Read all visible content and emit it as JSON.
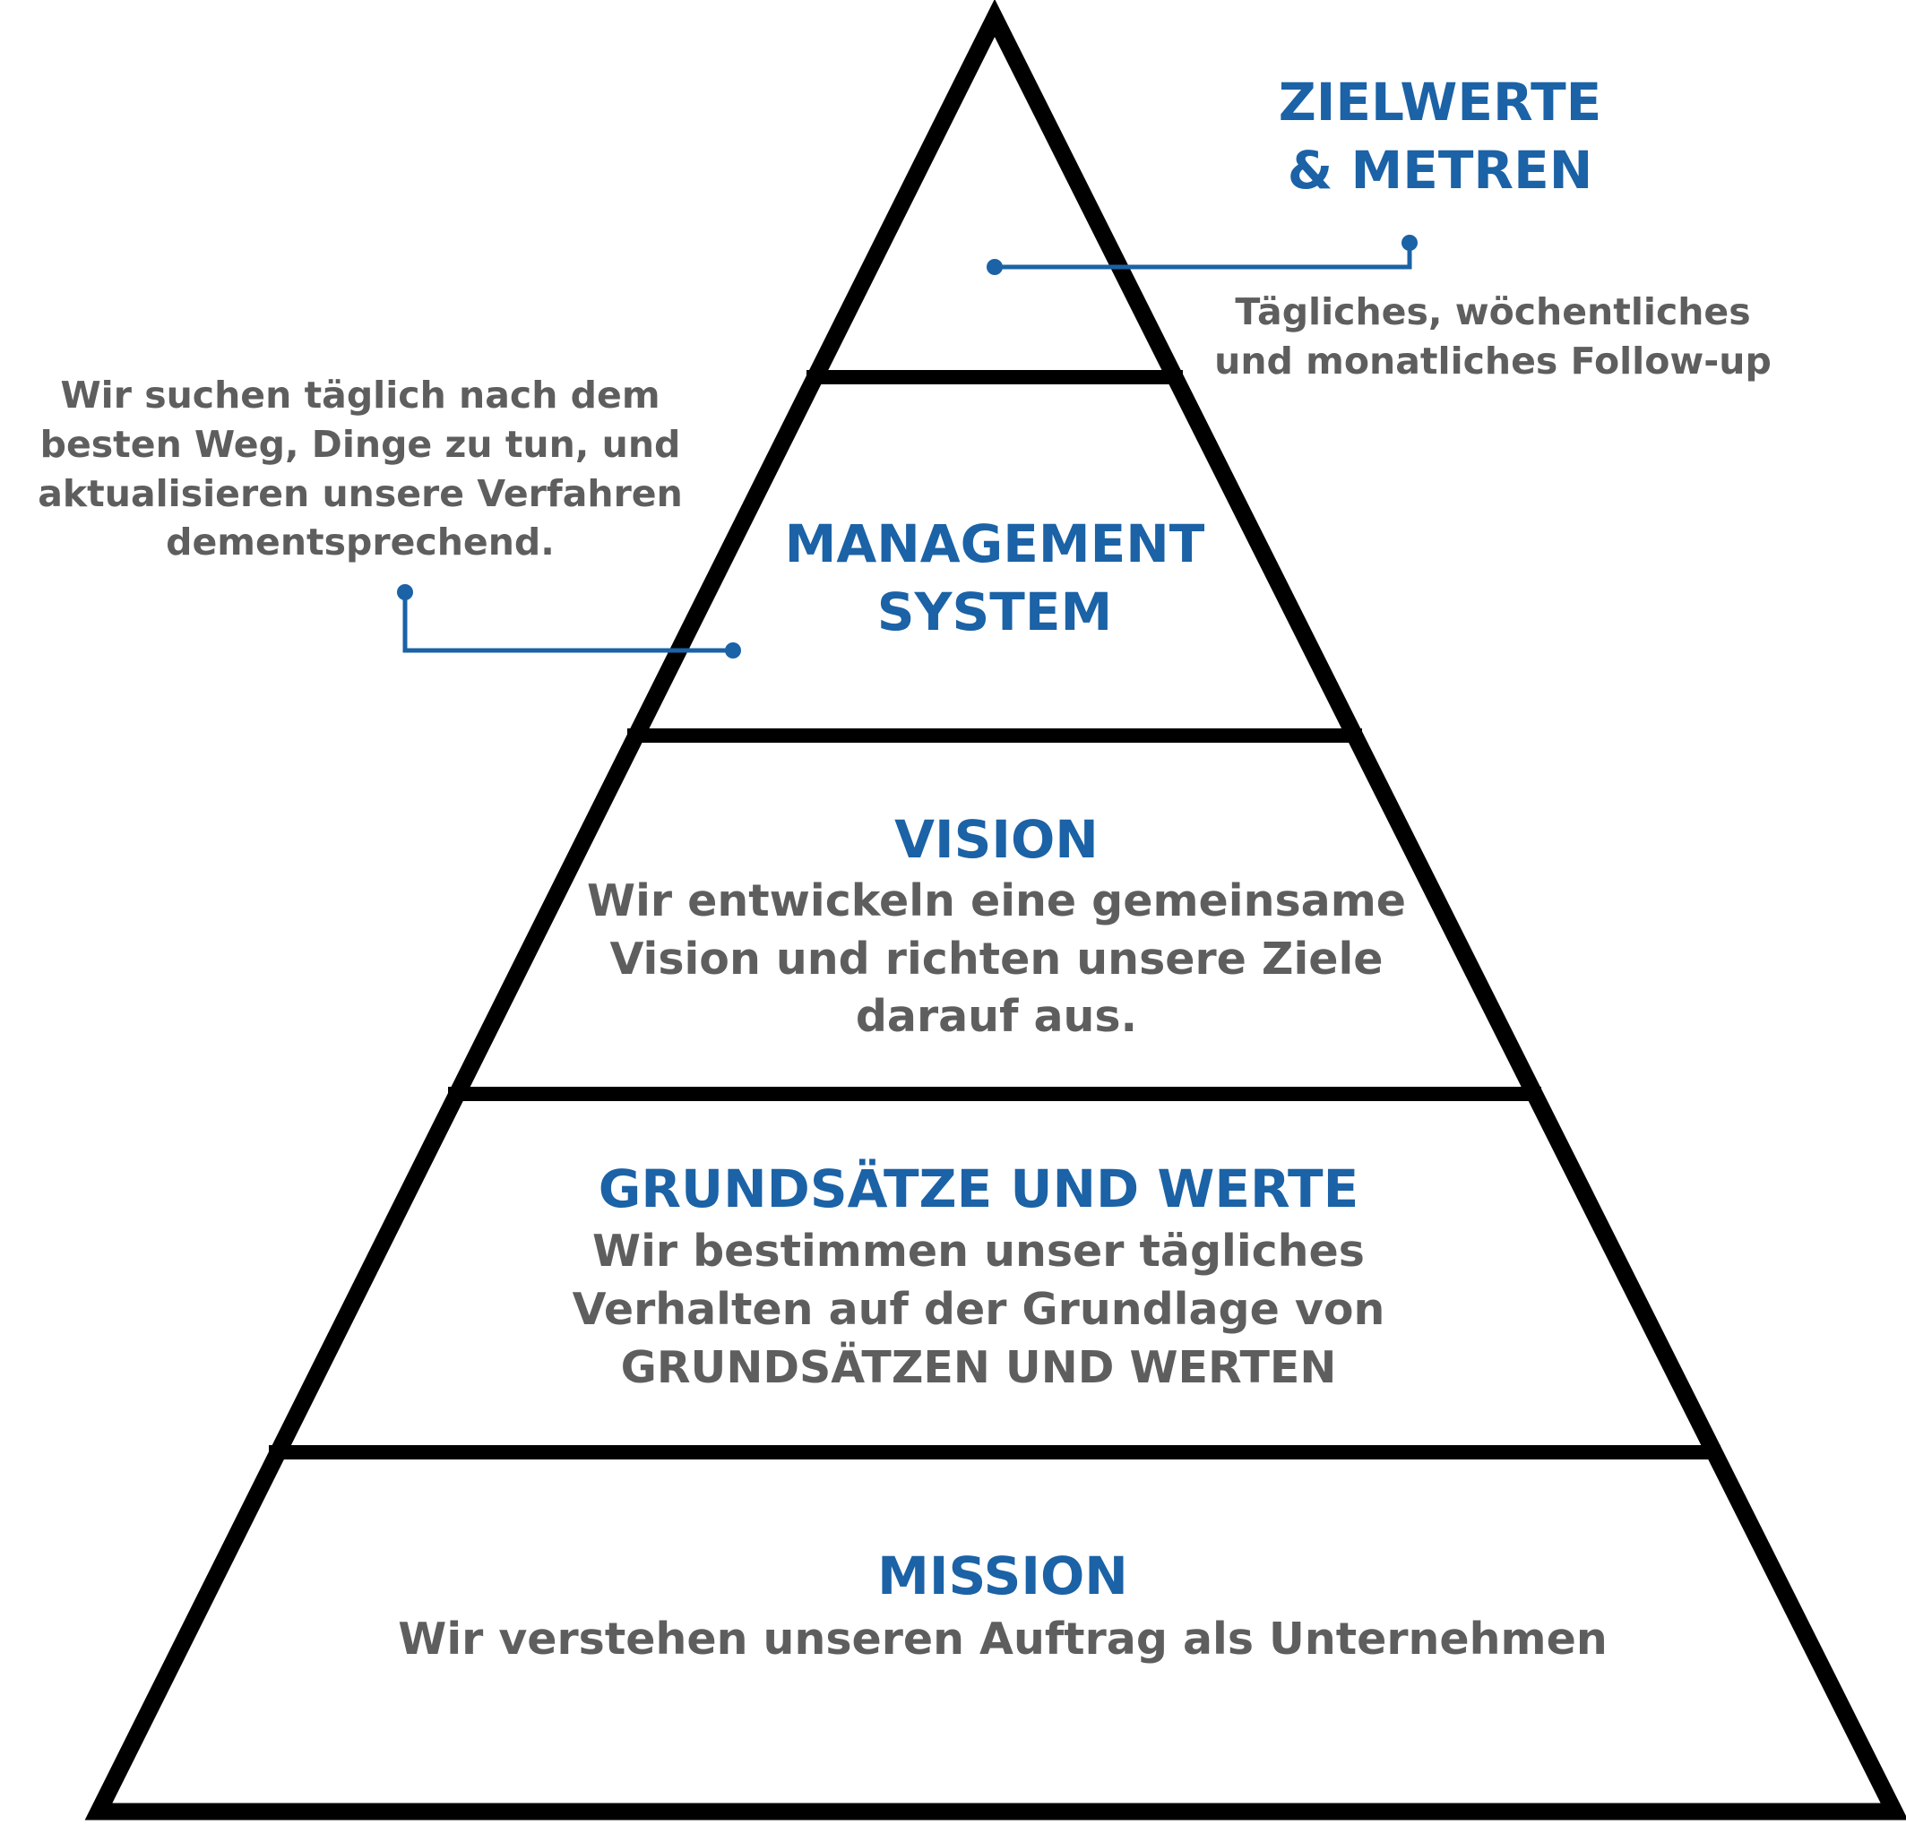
{
  "colors": {
    "accent": "#1b62a6",
    "text": "#5e5e5e",
    "outline": "#000000"
  },
  "top_label": {
    "title_lines": [
      "ZIELWERTE",
      "& METREN"
    ],
    "desc_lines": [
      "Tägliches, wöchentliches",
      "und monatliches Follow-up"
    ]
  },
  "side_label": {
    "desc_lines": [
      "Wir suchen täglich nach dem",
      "besten Weg, Dinge zu tun, und",
      "aktualisieren unsere Verfahren",
      "dementsprechend."
    ]
  },
  "levels": [
    {
      "title_lines": [
        "MANAGEMENT",
        "SYSTEM"
      ]
    },
    {
      "title": "VISION",
      "desc_lines": [
        "Wir entwickeln eine gemeinsame",
        "Vision und richten unsere Ziele",
        "darauf aus."
      ]
    },
    {
      "title": "GRUNDSÄTZE UND WERTE",
      "desc_lines": [
        "Wir bestimmen unser tägliches",
        "Verhalten auf der Grundlage von",
        "GRUNDSÄTZEN UND WERTEN"
      ]
    },
    {
      "title": "MISSION",
      "desc_lines": [
        "Wir verstehen unseren Auftrag als Unternehmen"
      ]
    }
  ]
}
